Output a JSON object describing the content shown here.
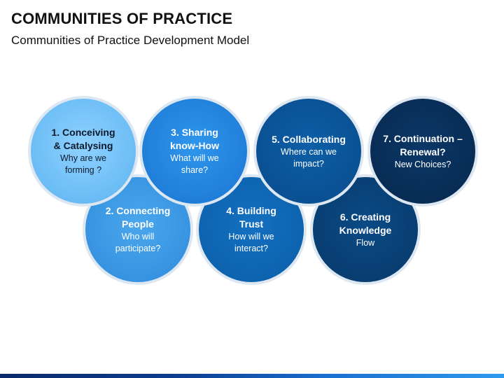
{
  "slide": {
    "title": "COMMUNITIES OF PRACTICE",
    "subtitle": "Communities of Practice Development Model"
  },
  "stages": [
    {
      "heading": "1. Conceiving\n& Catalysing",
      "question": "Why are we\nforming ?",
      "color": "#6bbcf5"
    },
    {
      "heading": "2. Connecting\nPeople",
      "question": "Who will\nparticipate?",
      "color": "#3692e0"
    },
    {
      "heading": "3. Sharing\nknow-How",
      "question": "What will we\nshare?",
      "color": "#1f7dd8"
    },
    {
      "heading": "4. Building\nTrust",
      "question": "How will we\ninteract?",
      "color": "#0d62ad"
    },
    {
      "heading": "5. Collaborating",
      "question": "Where can we\nimpact?",
      "color": "#0a4f91"
    },
    {
      "heading": "6. Creating\nKnowledge",
      "question": "Flow",
      "color": "#083d70"
    },
    {
      "heading": "7. Continuation –\nRenewal?",
      "question": "New Choices?",
      "color": "#082c54"
    }
  ]
}
